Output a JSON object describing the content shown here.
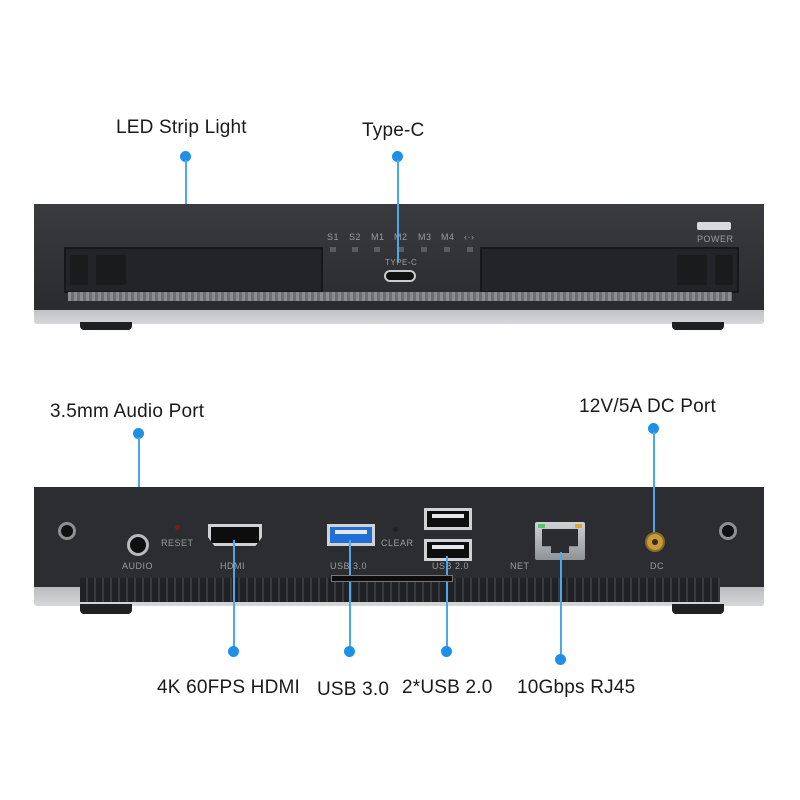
{
  "colors": {
    "accent": "#1e90e6",
    "chassis": "#2c2d30",
    "usb3_blue": "#1f6fd6"
  },
  "front": {
    "callouts": {
      "led_strip": "LED Strip Light",
      "type_c": "Type-C"
    },
    "indicators": [
      "S1",
      "S2",
      "M1",
      "M2",
      "M3",
      "M4",
      "‹·›"
    ],
    "typec_text": "TYPE-C",
    "power_text": "POWER"
  },
  "rear": {
    "callouts": {
      "audio": "3.5mm Audio Port",
      "dc": "12V/5A DC Port",
      "hdmi": "4K 60FPS HDMI",
      "usb3": "USB 3.0",
      "usb2": "2*USB 2.0",
      "rj45": "10Gbps RJ45"
    },
    "silkscreen": {
      "audio": "AUDIO",
      "reset": "RESET",
      "hdmi": "HDMI",
      "usb3": "USB 3.0",
      "clear": "CLEAR",
      "usb2": "USB 2.0",
      "net": "NET",
      "dc": "DC"
    }
  }
}
